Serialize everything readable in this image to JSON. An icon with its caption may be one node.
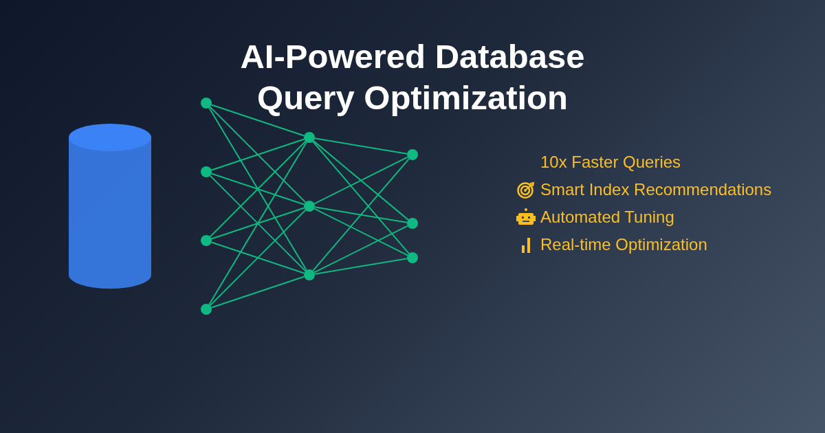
{
  "diagram": {
    "title": "AI-Powered Database Query Optimization",
    "nodes": [
      {
        "text": [],
        "shape": "cylinder"
      },
      {
        "text": [],
        "shape": "circle"
      },
      {
        "text": [],
        "shape": "circle"
      },
      {
        "text": [],
        "shape": "circle"
      },
      {
        "text": [],
        "shape": "circle"
      },
      {
        "text": [],
        "shape": "circle"
      },
      {
        "text": [],
        "shape": "circle"
      },
      {
        "text": [],
        "shape": "circle"
      },
      {
        "text": [],
        "shape": "circle"
      },
      {
        "text": [],
        "shape": "circle"
      },
      {
        "text": [],
        "shape": "circle"
      }
    ],
    "edges": [
      {
        "from": 1,
        "to": 5,
        "arrow": "none"
      },
      {
        "from": 1,
        "to": 6,
        "arrow": "none"
      },
      {
        "from": 1,
        "to": 7,
        "arrow": "none"
      },
      {
        "from": 2,
        "to": 5,
        "arrow": "none"
      },
      {
        "from": 2,
        "to": 6,
        "arrow": "none"
      },
      {
        "from": 2,
        "to": 7,
        "arrow": "none"
      },
      {
        "from": 3,
        "to": 5,
        "arrow": "none"
      },
      {
        "from": 3,
        "to": 6,
        "arrow": "none"
      },
      {
        "from": 3,
        "to": 7,
        "arrow": "none"
      },
      {
        "from": 4,
        "to": 5,
        "arrow": "none"
      },
      {
        "from": 4,
        "to": 6,
        "arrow": "none"
      },
      {
        "from": 4,
        "to": 7,
        "arrow": "none"
      },
      {
        "from": 5,
        "to": 8,
        "arrow": "none"
      },
      {
        "from": 5,
        "to": 9,
        "arrow": "none"
      },
      {
        "from": 5,
        "to": 10,
        "arrow": "none"
      },
      {
        "from": 6,
        "to": 8,
        "arrow": "none"
      },
      {
        "from": 6,
        "to": 9,
        "arrow": "none"
      },
      {
        "from": 6,
        "to": 10,
        "arrow": "none"
      },
      {
        "from": 7,
        "to": 8,
        "arrow": "none"
      },
      {
        "from": 7,
        "to": 9,
        "arrow": "none"
      },
      {
        "from": 7,
        "to": 10,
        "arrow": "none"
      }
    ],
    "labels": [
      "10x Faster Queries",
      "Smart Index Recommendations",
      "Automated Tuning",
      "Real-time Optimization"
    ]
  }
}
